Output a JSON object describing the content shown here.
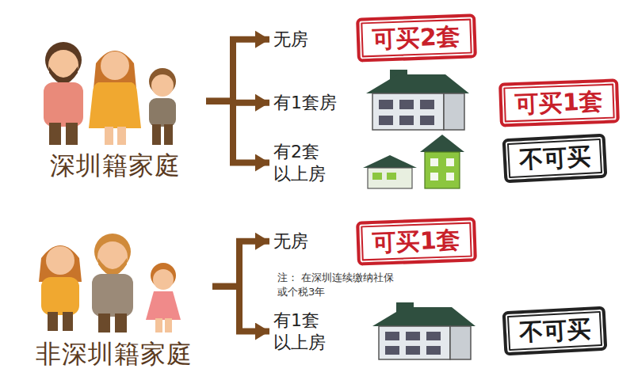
{
  "diagram": {
    "nodes": [
      {
        "text": [
          "深圳籍家庭"
        ]
      },
      {
        "text": [
          "无房"
        ]
      },
      {
        "text": [
          "可买2套"
        ]
      },
      {
        "text": [
          "有1套房"
        ]
      },
      {
        "text": [
          "可买1套"
        ]
      },
      {
        "text": [
          "有2套 以上房"
        ]
      },
      {
        "text": [
          "不可买"
        ]
      },
      {
        "text": [
          "非深圳籍家庭"
        ]
      },
      {
        "text": [
          "无房"
        ]
      },
      {
        "text": [
          "可买1套"
        ]
      },
      {
        "text": [
          "有1套 以上房"
        ]
      },
      {
        "text": [
          "不可买"
        ]
      }
    ],
    "edges": [
      {
        "from": 0,
        "to": 1,
        "arrow": "to"
      },
      {
        "from": 0,
        "to": 3,
        "arrow": "to"
      },
      {
        "from": 0,
        "to": 5,
        "arrow": "to"
      },
      {
        "from": 7,
        "to": 8,
        "arrow": "to"
      },
      {
        "from": 7,
        "to": 10,
        "arrow": "to"
      }
    ],
    "labels": [
      "注： 在深圳连续缴纳社保 或个税3年"
    ]
  }
}
